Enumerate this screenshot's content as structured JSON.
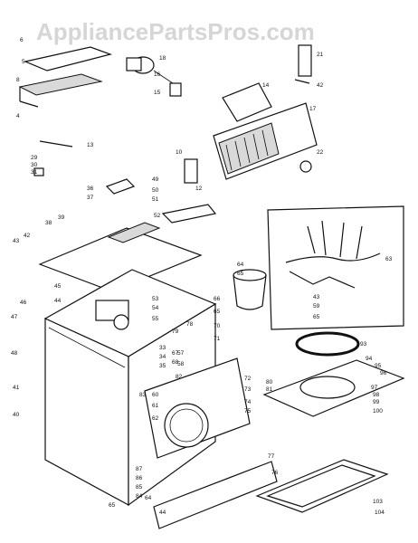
{
  "watermark": "AppliancePartsPros.com",
  "callouts": [
    {
      "id": "top-left-1",
      "text": "6"
    },
    {
      "id": "top-left-2",
      "text": "5"
    },
    {
      "id": "top-left-3",
      "text": "8"
    },
    {
      "id": "top-left-4",
      "text": "4"
    },
    {
      "id": "switch-1",
      "text": "18"
    },
    {
      "id": "switch-2",
      "text": "16"
    },
    {
      "id": "switch-3",
      "text": "15"
    },
    {
      "id": "panel-1",
      "text": "14"
    },
    {
      "id": "panel-2",
      "text": "17"
    },
    {
      "id": "panel-3",
      "text": "22"
    },
    {
      "id": "bracket-1",
      "text": "21"
    },
    {
      "id": "bracket-2",
      "text": "42"
    },
    {
      "id": "screw-1",
      "text": "13"
    },
    {
      "id": "screw-2",
      "text": "29"
    },
    {
      "id": "screw-3",
      "text": "30"
    },
    {
      "id": "screw-4",
      "text": "31"
    },
    {
      "id": "hinge-1",
      "text": "10"
    },
    {
      "id": "hinge-2",
      "text": "12"
    },
    {
      "id": "top-1",
      "text": "36"
    },
    {
      "id": "top-2",
      "text": "37"
    },
    {
      "id": "top-3",
      "text": "49"
    },
    {
      "id": "top-4",
      "text": "50"
    },
    {
      "id": "top-5",
      "text": "51"
    },
    {
      "id": "top-6",
      "text": "52"
    },
    {
      "id": "top-7",
      "text": "39"
    },
    {
      "id": "top-8",
      "text": "38"
    },
    {
      "id": "side-1",
      "text": "43"
    },
    {
      "id": "side-2",
      "text": "42"
    },
    {
      "id": "side-3",
      "text": "47"
    },
    {
      "id": "side-4",
      "text": "46"
    },
    {
      "id": "side-5",
      "text": "44"
    },
    {
      "id": "side-6",
      "text": "45"
    },
    {
      "id": "mid-1",
      "text": "53"
    },
    {
      "id": "mid-2",
      "text": "54"
    },
    {
      "id": "mid-3",
      "text": "55"
    },
    {
      "id": "mid-4",
      "text": "65"
    },
    {
      "id": "mid-5",
      "text": "66"
    },
    {
      "id": "mid-6",
      "text": "79"
    },
    {
      "id": "harness-1",
      "text": "63"
    },
    {
      "id": "harness-2",
      "text": "64"
    },
    {
      "id": "harness-3",
      "text": "65"
    },
    {
      "id": "harness-4",
      "text": "43"
    },
    {
      "id": "harness-5",
      "text": "59"
    },
    {
      "id": "harness-6",
      "text": "65"
    },
    {
      "id": "ring",
      "text": "93"
    },
    {
      "id": "door-1",
      "text": "71"
    },
    {
      "id": "door-2",
      "text": "70"
    },
    {
      "id": "door-3",
      "text": "67"
    },
    {
      "id": "door-4",
      "text": "68"
    },
    {
      "id": "door-5",
      "text": "72"
    },
    {
      "id": "door-6",
      "text": "73"
    },
    {
      "id": "door-7",
      "text": "74"
    },
    {
      "id": "door-8",
      "text": "75"
    },
    {
      "id": "door-9",
      "text": "76"
    },
    {
      "id": "door-10",
      "text": "77"
    },
    {
      "id": "door-11",
      "text": "78"
    },
    {
      "id": "door-12",
      "text": "80"
    },
    {
      "id": "door-13",
      "text": "81"
    },
    {
      "id": "door-14",
      "text": "82"
    },
    {
      "id": "door-15",
      "text": "83"
    },
    {
      "id": "door-16",
      "text": "84"
    },
    {
      "id": "door-17",
      "text": "85"
    },
    {
      "id": "door-18",
      "text": "86"
    },
    {
      "id": "door-19",
      "text": "87"
    },
    {
      "id": "lid-1",
      "text": "94"
    },
    {
      "id": "lid-2",
      "text": "95"
    },
    {
      "id": "lid-3",
      "text": "96"
    },
    {
      "id": "lid-4",
      "text": "97"
    },
    {
      "id": "lid-5",
      "text": "98"
    },
    {
      "id": "lid-6",
      "text": "99"
    },
    {
      "id": "lid-7",
      "text": "100"
    },
    {
      "id": "frame-1",
      "text": "103"
    },
    {
      "id": "frame-2",
      "text": "104"
    },
    {
      "id": "cab-1",
      "text": "48"
    },
    {
      "id": "cab-2",
      "text": "41"
    },
    {
      "id": "cab-3",
      "text": "40"
    },
    {
      "id": "cab-4",
      "text": "64"
    },
    {
      "id": "cab-5",
      "text": "65"
    },
    {
      "id": "cab-6",
      "text": "44"
    },
    {
      "id": "cab-7",
      "text": "57"
    },
    {
      "id": "cab-8",
      "text": "58"
    },
    {
      "id": "cab-9",
      "text": "60"
    },
    {
      "id": "cab-10",
      "text": "61"
    },
    {
      "id": "cab-11",
      "text": "62"
    },
    {
      "id": "cab-12",
      "text": "33"
    },
    {
      "id": "cab-13",
      "text": "34"
    },
    {
      "id": "cab-14",
      "text": "35"
    }
  ]
}
